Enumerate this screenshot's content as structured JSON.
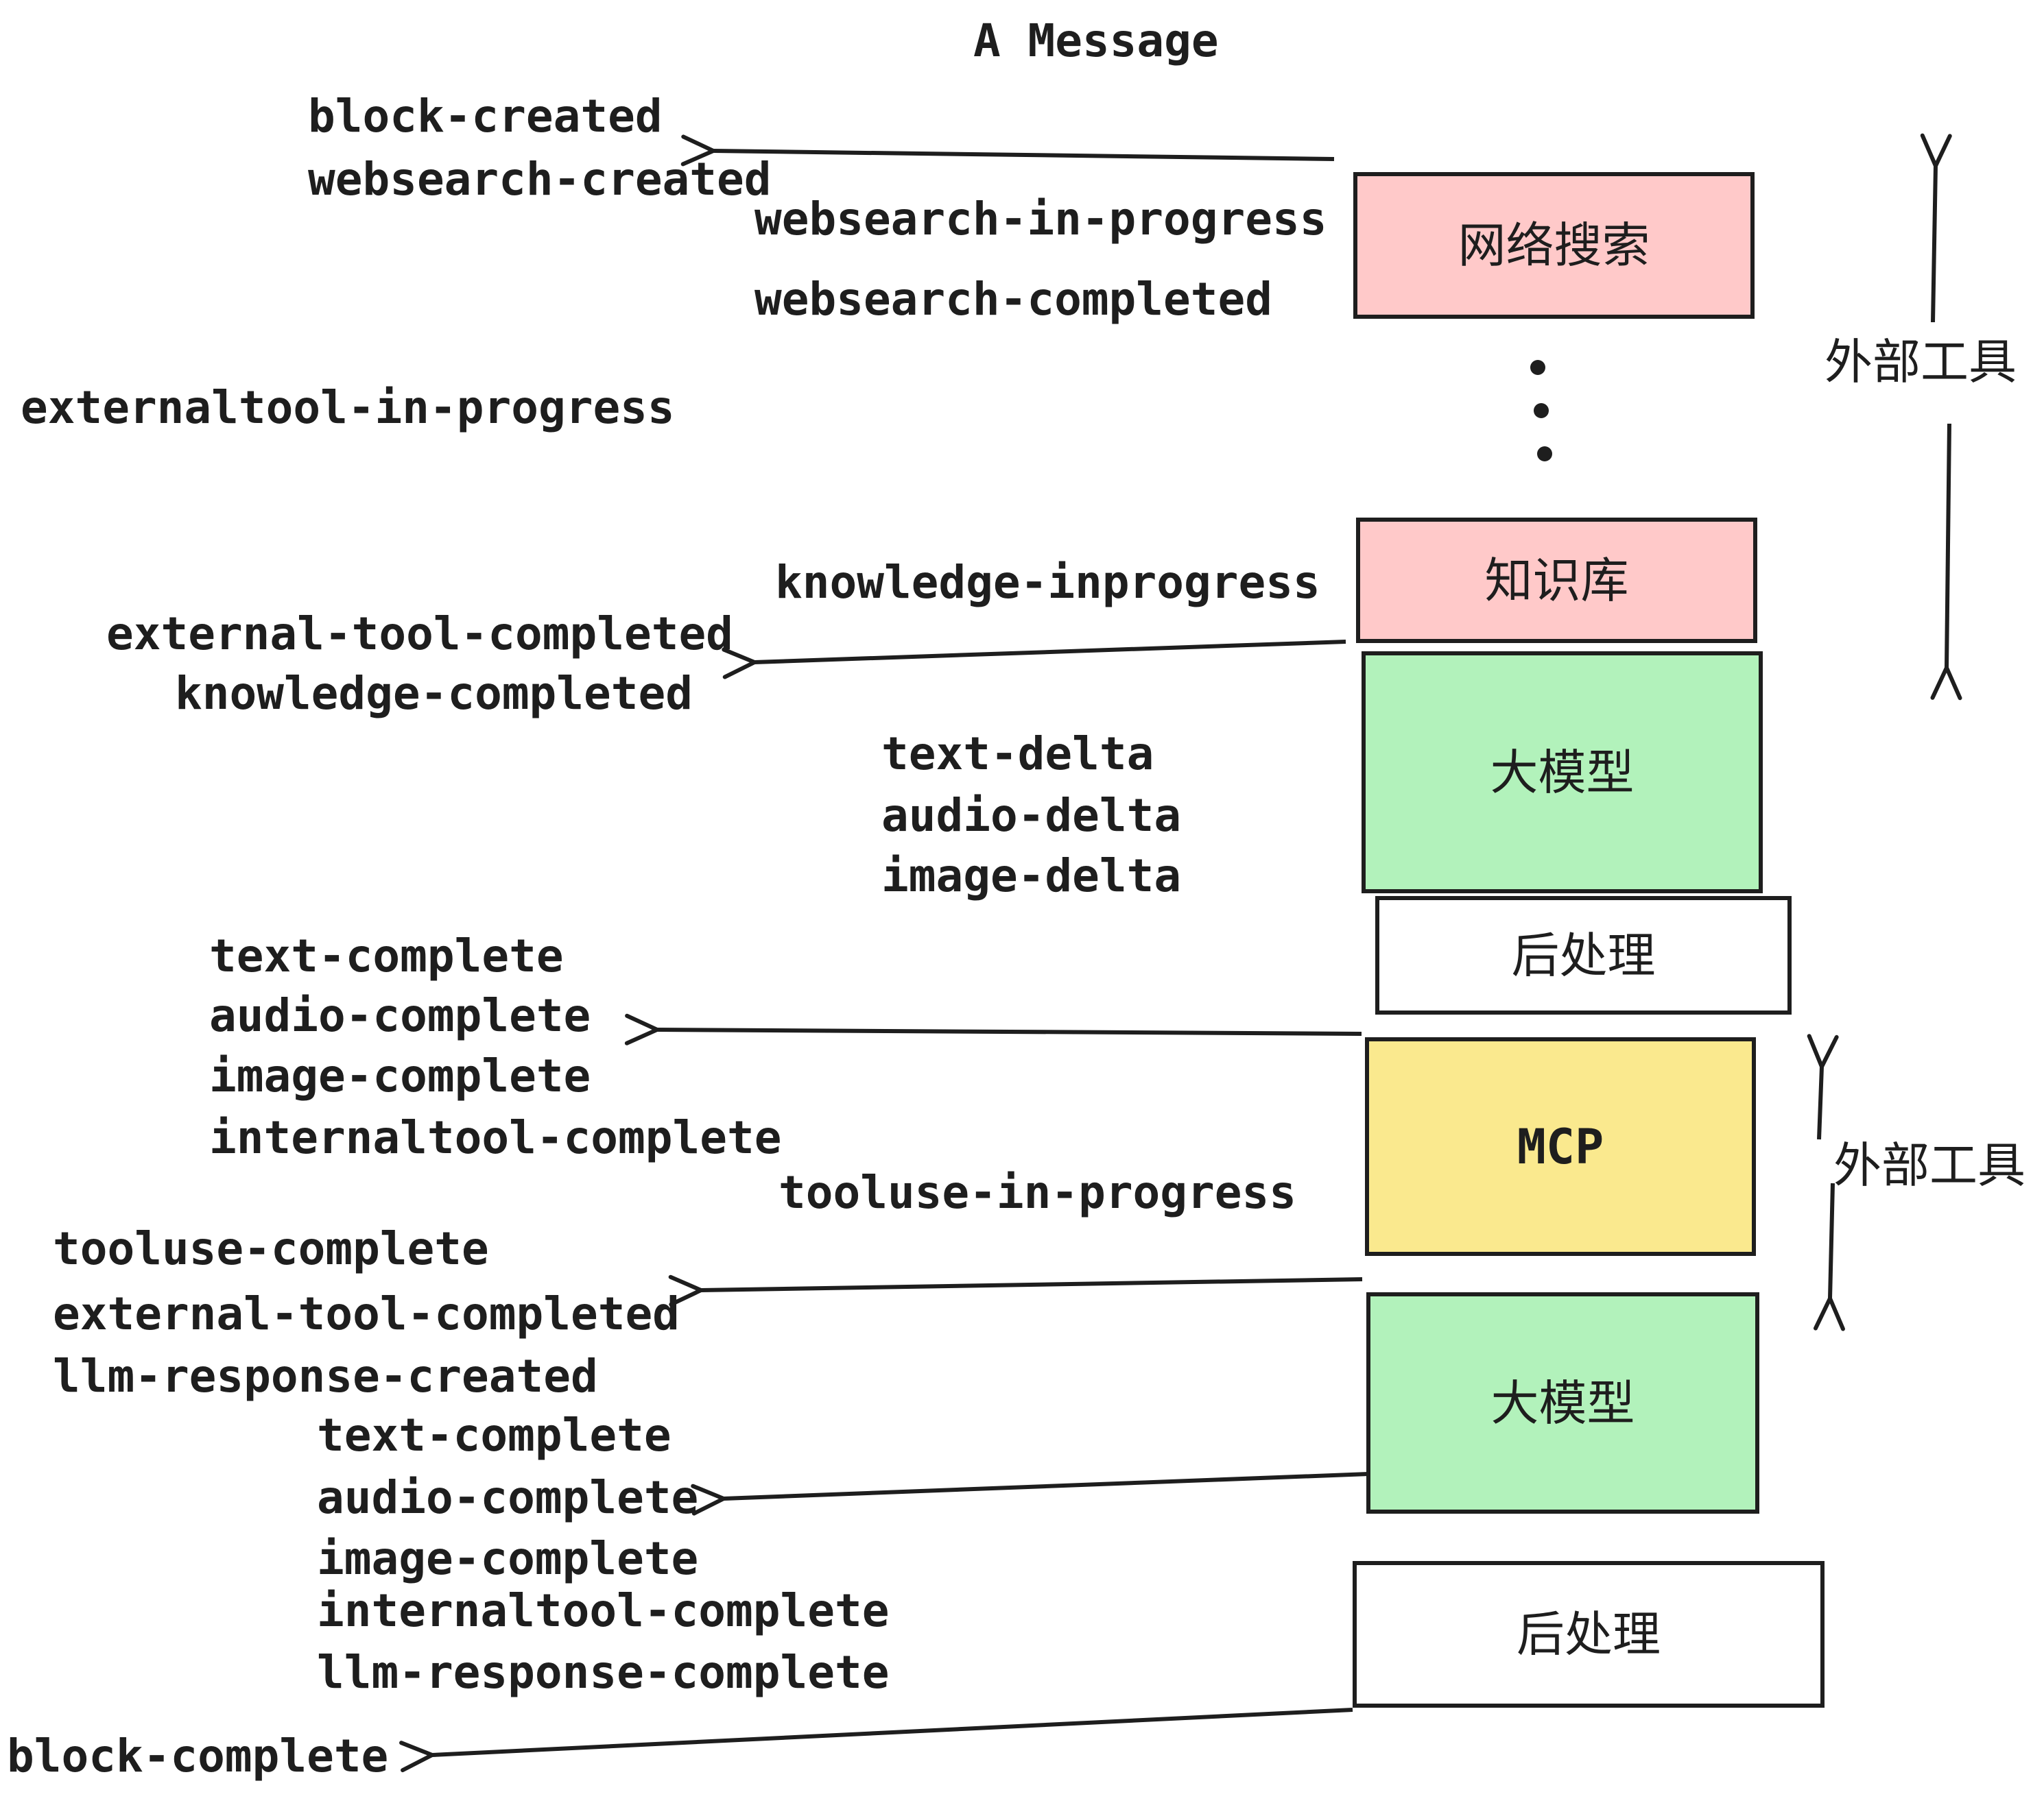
{
  "title": "A Message",
  "colors": {
    "box_pink": "#ffc9c9",
    "box_green": "#b2f2bb",
    "box_yellow": "#fae98e",
    "box_white": "#ffffff",
    "stroke": "#1e1e1e"
  },
  "boxes": [
    {
      "label": "网络搜索"
    },
    {
      "label": "知识库"
    },
    {
      "label": "大模型"
    },
    {
      "label": "后处理"
    },
    {
      "label": "MCP"
    },
    {
      "label": "大模型"
    },
    {
      "label": "后处理"
    }
  ],
  "side_labels": [
    {
      "label": "外部工具"
    },
    {
      "label": "外部工具"
    }
  ],
  "events": [
    {
      "text": "block-created"
    },
    {
      "text": "websearch-created"
    },
    {
      "text": "websearch-in-progress"
    },
    {
      "text": "websearch-completed"
    },
    {
      "text": "externaltool-in-progress"
    },
    {
      "text": "knowledge-inprogress"
    },
    {
      "text": "external-tool-completed"
    },
    {
      "text": "knowledge-completed"
    },
    {
      "text": "text-delta"
    },
    {
      "text": "audio-delta"
    },
    {
      "text": "image-delta"
    },
    {
      "text": "text-complete"
    },
    {
      "text": "audio-complete"
    },
    {
      "text": "image-complete"
    },
    {
      "text": "internaltool-complete"
    },
    {
      "text": "tooluse-in-progress"
    },
    {
      "text": "tooluse-complete"
    },
    {
      "text": "external-tool-completed"
    },
    {
      "text": "llm-response-created"
    },
    {
      "text": "text-complete"
    },
    {
      "text": "audio-complete"
    },
    {
      "text": "image-complete"
    },
    {
      "text": "internaltool-complete"
    },
    {
      "text": "llm-response-complete"
    },
    {
      "text": "block-complete"
    }
  ]
}
